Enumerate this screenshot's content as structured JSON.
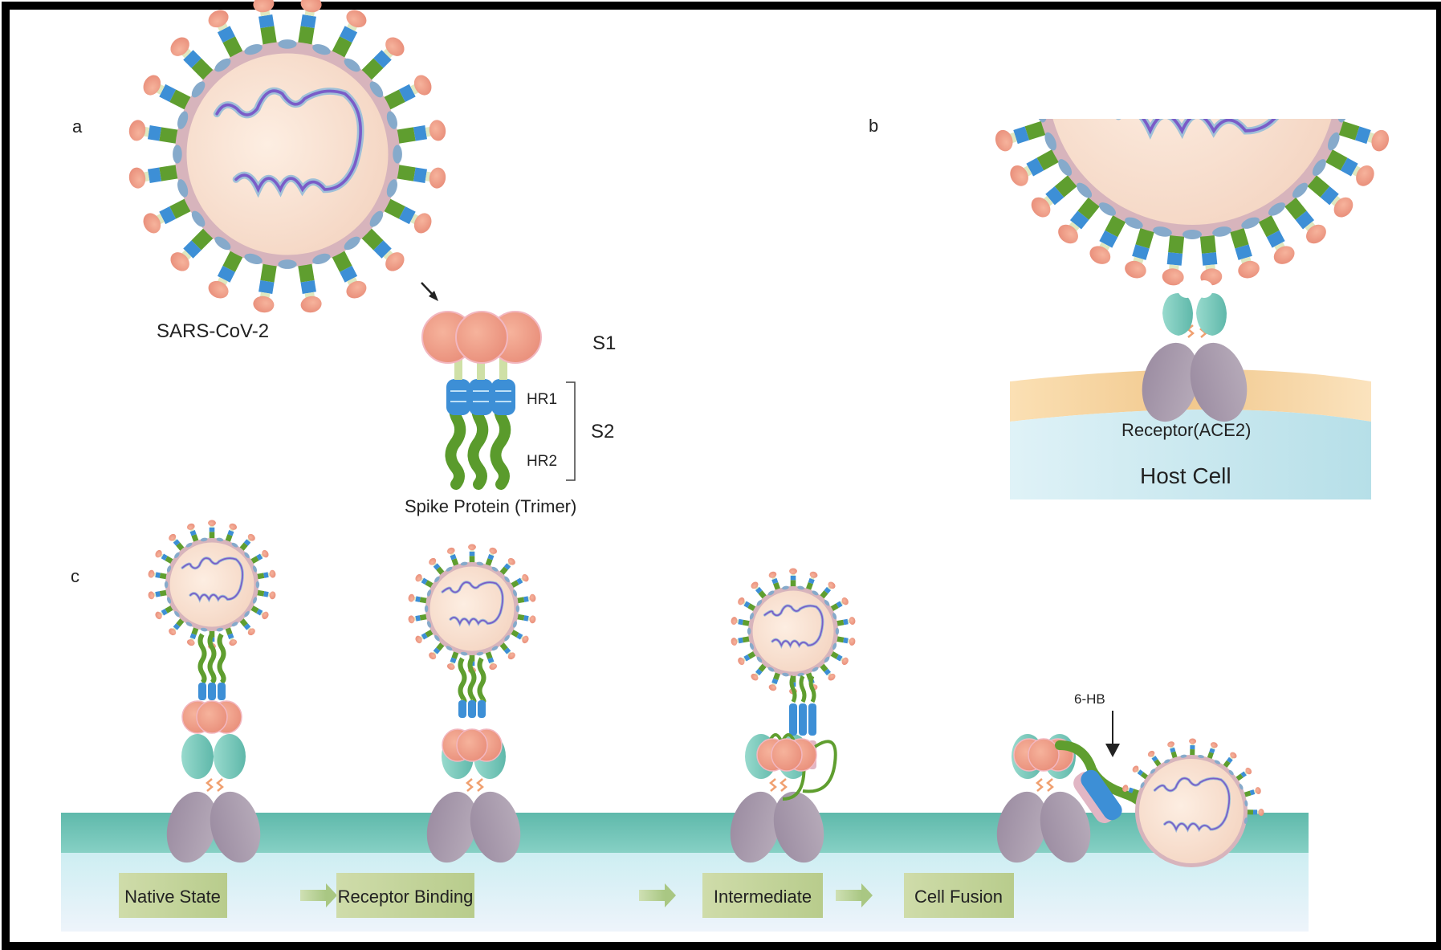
{
  "panels": {
    "a": {
      "letter": "a",
      "virus_label": "SARS-CoV-2",
      "spike_title": "Spike Protein (Trimer)",
      "s1_label": "S1",
      "s2_label": "S2",
      "hr1_label": "HR1",
      "hr2_label": "HR2"
    },
    "b": {
      "letter": "b",
      "receptor_label": "Receptor(ACE2)",
      "host_label": "Host Cell"
    },
    "c": {
      "letter": "c",
      "hb_label": "6-HB",
      "stages": [
        {
          "label": "Native State"
        },
        {
          "label": "Receptor Binding"
        },
        {
          "label": "Intermediate"
        },
        {
          "label": "Cell Fusion"
        }
      ]
    }
  },
  "colors": {
    "frame": "#000000",
    "virion_core": "#fbe3d2",
    "envelope": "#d7b4bc",
    "rna": "#7a5cc8",
    "s1_head": "#ef9c86",
    "hr1": "#3b8ed6",
    "hr2": "#5f9e2f",
    "ace2_head": "#7fcfc2",
    "ace2_body": "#a898ac",
    "membrane_top": "#6fc3b5",
    "cytoplasm": "#d8f0f4",
    "stage_box": "#c3d49a",
    "host_membrane": "#f3cf96",
    "host_cell": "#bfe4ec"
  }
}
